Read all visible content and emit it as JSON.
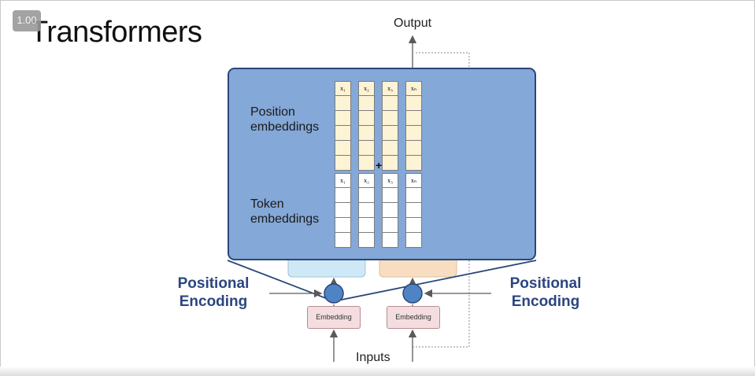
{
  "zoom_badge": "1.00",
  "title": "Transformers",
  "output_label": "Output",
  "inputs_label": "Inputs",
  "positional_encoding_left": [
    "Positional",
    "Encoding"
  ],
  "positional_encoding_right": [
    "Positional",
    "Encoding"
  ],
  "embedding_left": "Embedding",
  "embedding_right": "Embedding",
  "panel": {
    "position_embeddings": [
      "Position",
      "embeddings"
    ],
    "token_embeddings": [
      "Token",
      "embeddings"
    ],
    "plus": "+",
    "position_vectors": [
      "x₁",
      "x₂",
      "x₃",
      "xₙ"
    ],
    "token_vectors": [
      "x₁",
      "x₂",
      "x₃",
      "xₙ"
    ]
  },
  "colors": {
    "panel_fill": "#84a8d7",
    "panel_border": "#2a4779",
    "position_cells": "#fdf3d5",
    "encoder_box": "#cfe8f6",
    "decoder_box": "#f8ddc0",
    "embedding_box": "#f4dde0",
    "positional_encoding_text": "#2b4580",
    "circle_fill": "#4f84c4"
  }
}
